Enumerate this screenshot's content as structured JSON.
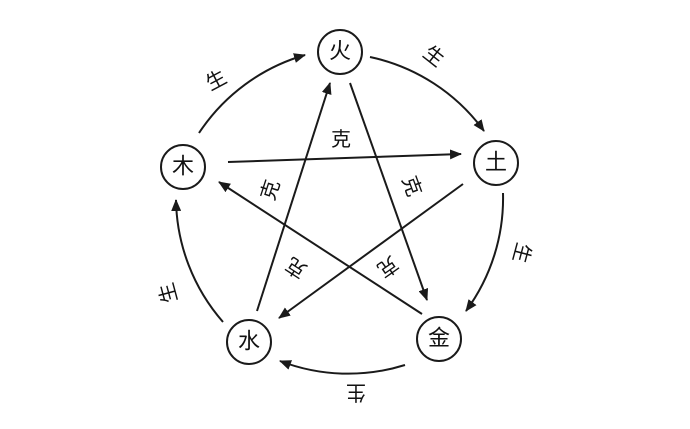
{
  "elements": {
    "fire": "火",
    "earth": "土",
    "metal": "金",
    "water": "水",
    "wood": "木"
  },
  "relations": {
    "generate": "生",
    "overcome": "克"
  },
  "colors": {
    "ink": "#1a1a1a",
    "background": "#ffffff"
  }
}
